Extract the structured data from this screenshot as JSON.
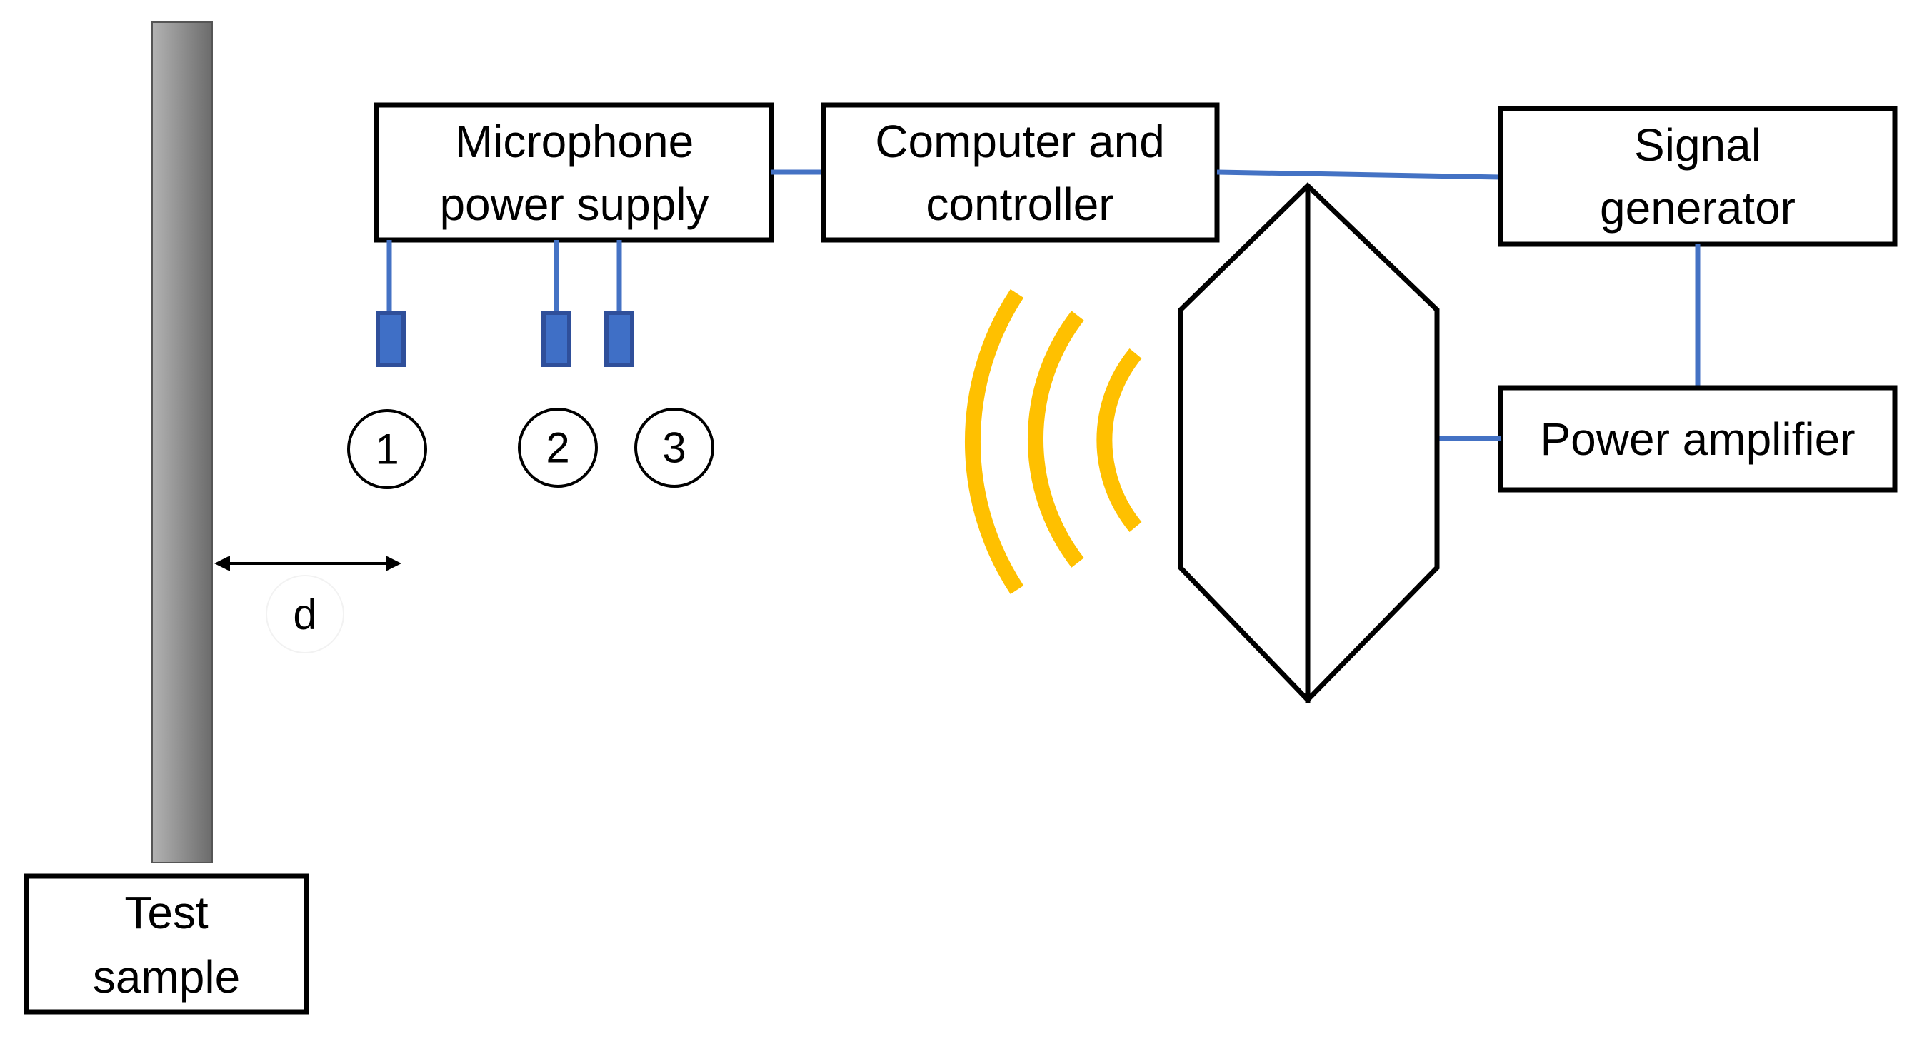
{
  "colors": {
    "wire": "#4472c4",
    "microphone": "#3f6fc6",
    "sound_wave": "#ffc000",
    "outline": "#000000",
    "sample": "#8c8c8c"
  },
  "boxes": {
    "test_sample": [
      "Test",
      "sample"
    ],
    "microphone_power_supply": [
      "Microphone",
      "power supply"
    ],
    "computer_controller": [
      "Computer and",
      "controller"
    ],
    "signal_generator": [
      "Signal",
      "generator"
    ],
    "power_amplifier": [
      "Power amplifier"
    ]
  },
  "markers": {
    "mic1": "1",
    "mic2": "2",
    "mic3": "3",
    "distance": "d"
  }
}
